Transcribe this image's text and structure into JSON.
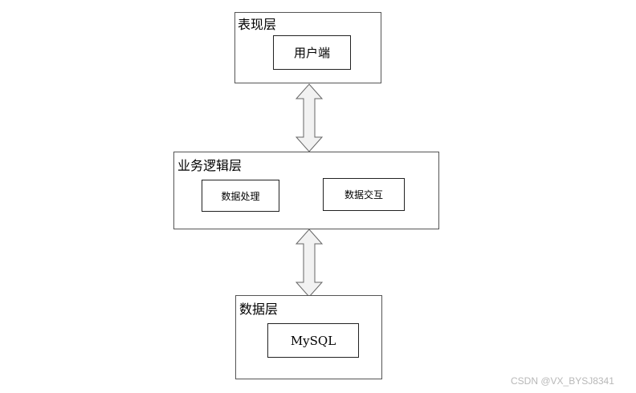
{
  "layers": {
    "presentation": {
      "title": "表现层",
      "component": "用户端"
    },
    "business": {
      "title": "业务逻辑层",
      "components": [
        "数据处理",
        "数据交互"
      ]
    },
    "data": {
      "title": "数据层",
      "component": "MySQL"
    }
  },
  "watermark": "CSDN @VX_BYSJ8341",
  "colors": {
    "border": "#555555",
    "arrow_fill": "#f2f2f2",
    "arrow_stroke": "#666666",
    "watermark": "#b8b8b8"
  }
}
